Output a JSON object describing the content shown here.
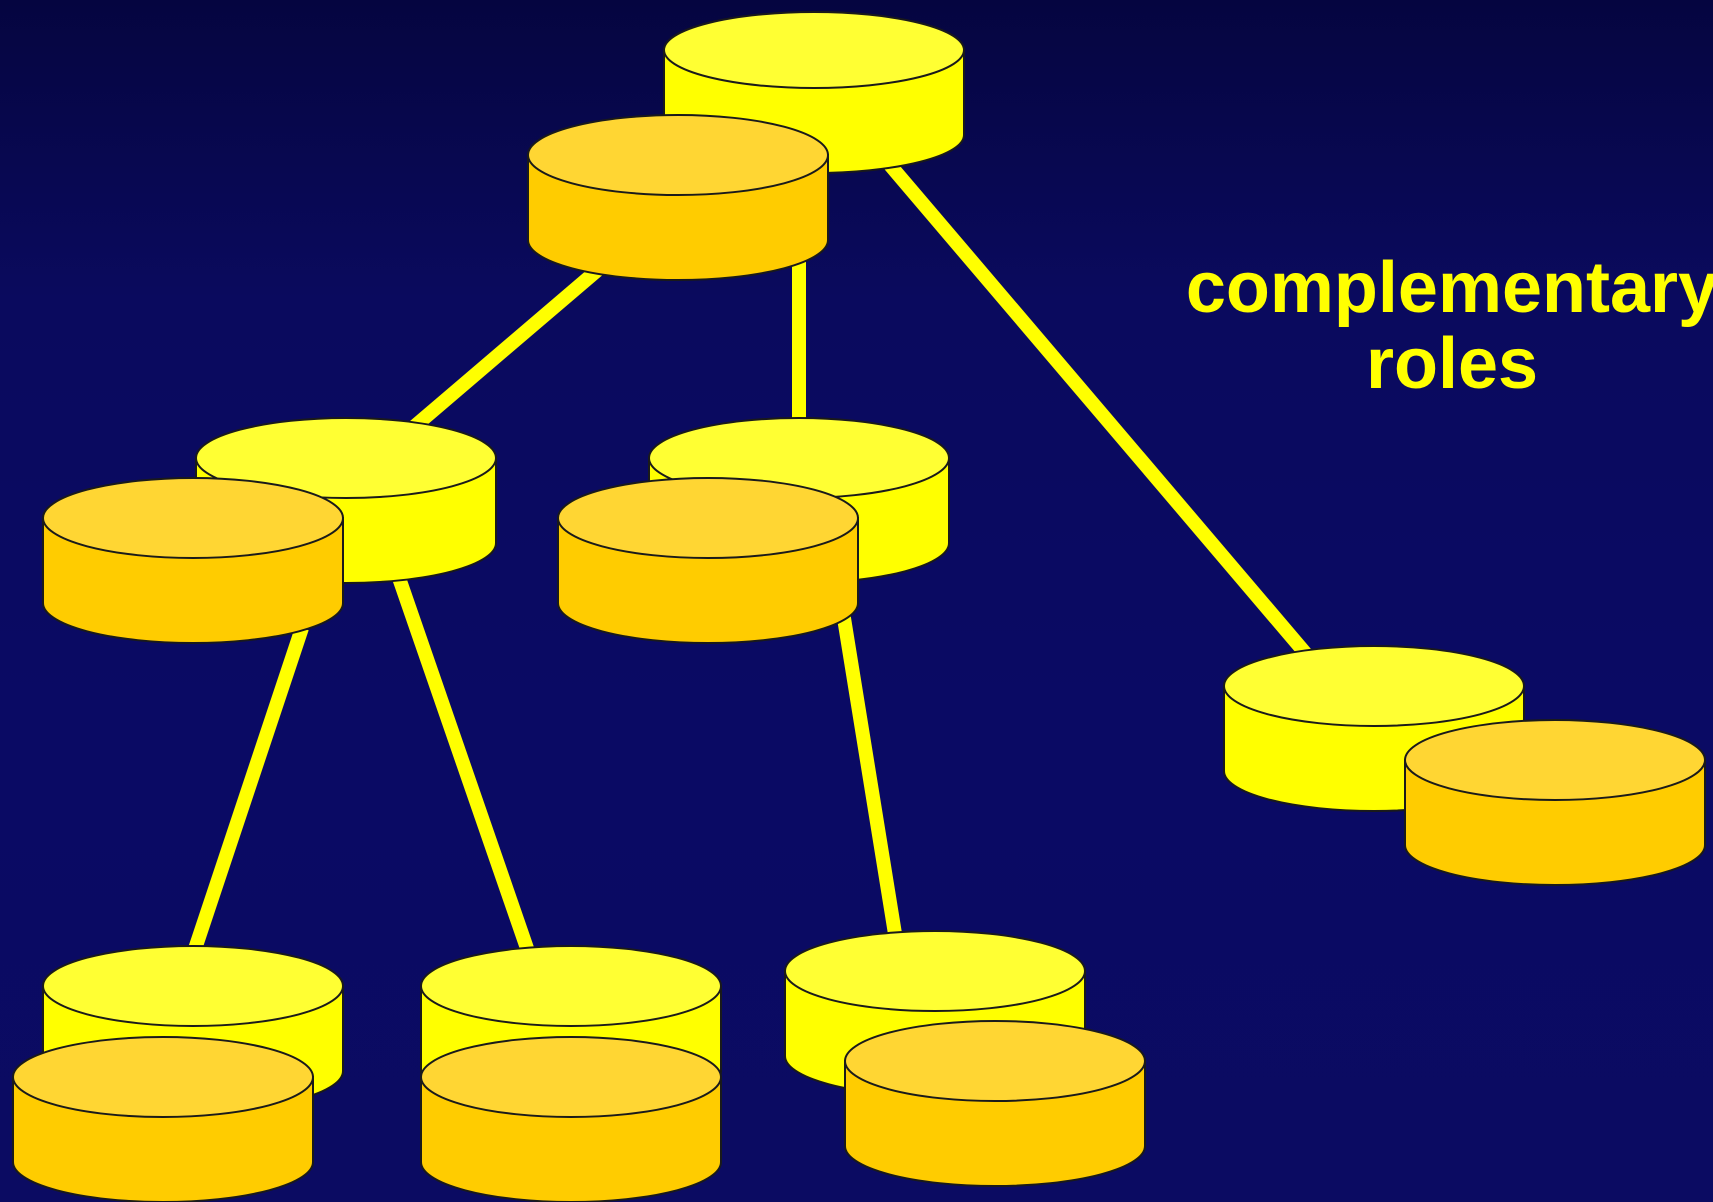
{
  "caption": {
    "line1": "complementary",
    "line2": "roles"
  },
  "colors": {
    "background": "#0a0a5e",
    "connector": "#ffff00",
    "cylinder_primary_top": "#ffff33",
    "cylinder_primary_body": "#ffff00",
    "cylinder_secondary_top": "#ffd633",
    "cylinder_secondary_body": "#ffcc00",
    "outline": "#1a1a1a"
  },
  "nodes": [
    {
      "id": "root",
      "level": 0
    },
    {
      "id": "left",
      "level": 1
    },
    {
      "id": "middle",
      "level": 1
    },
    {
      "id": "right",
      "level": 1
    },
    {
      "id": "leaf-1",
      "level": 2
    },
    {
      "id": "leaf-2",
      "level": 2
    },
    {
      "id": "leaf-3",
      "level": 2
    }
  ],
  "edges": [
    {
      "from": "root",
      "to": "left"
    },
    {
      "from": "root",
      "to": "middle"
    },
    {
      "from": "root",
      "to": "right"
    },
    {
      "from": "left",
      "to": "leaf-1"
    },
    {
      "from": "left",
      "to": "leaf-2"
    },
    {
      "from": "middle",
      "to": "leaf-3"
    }
  ]
}
